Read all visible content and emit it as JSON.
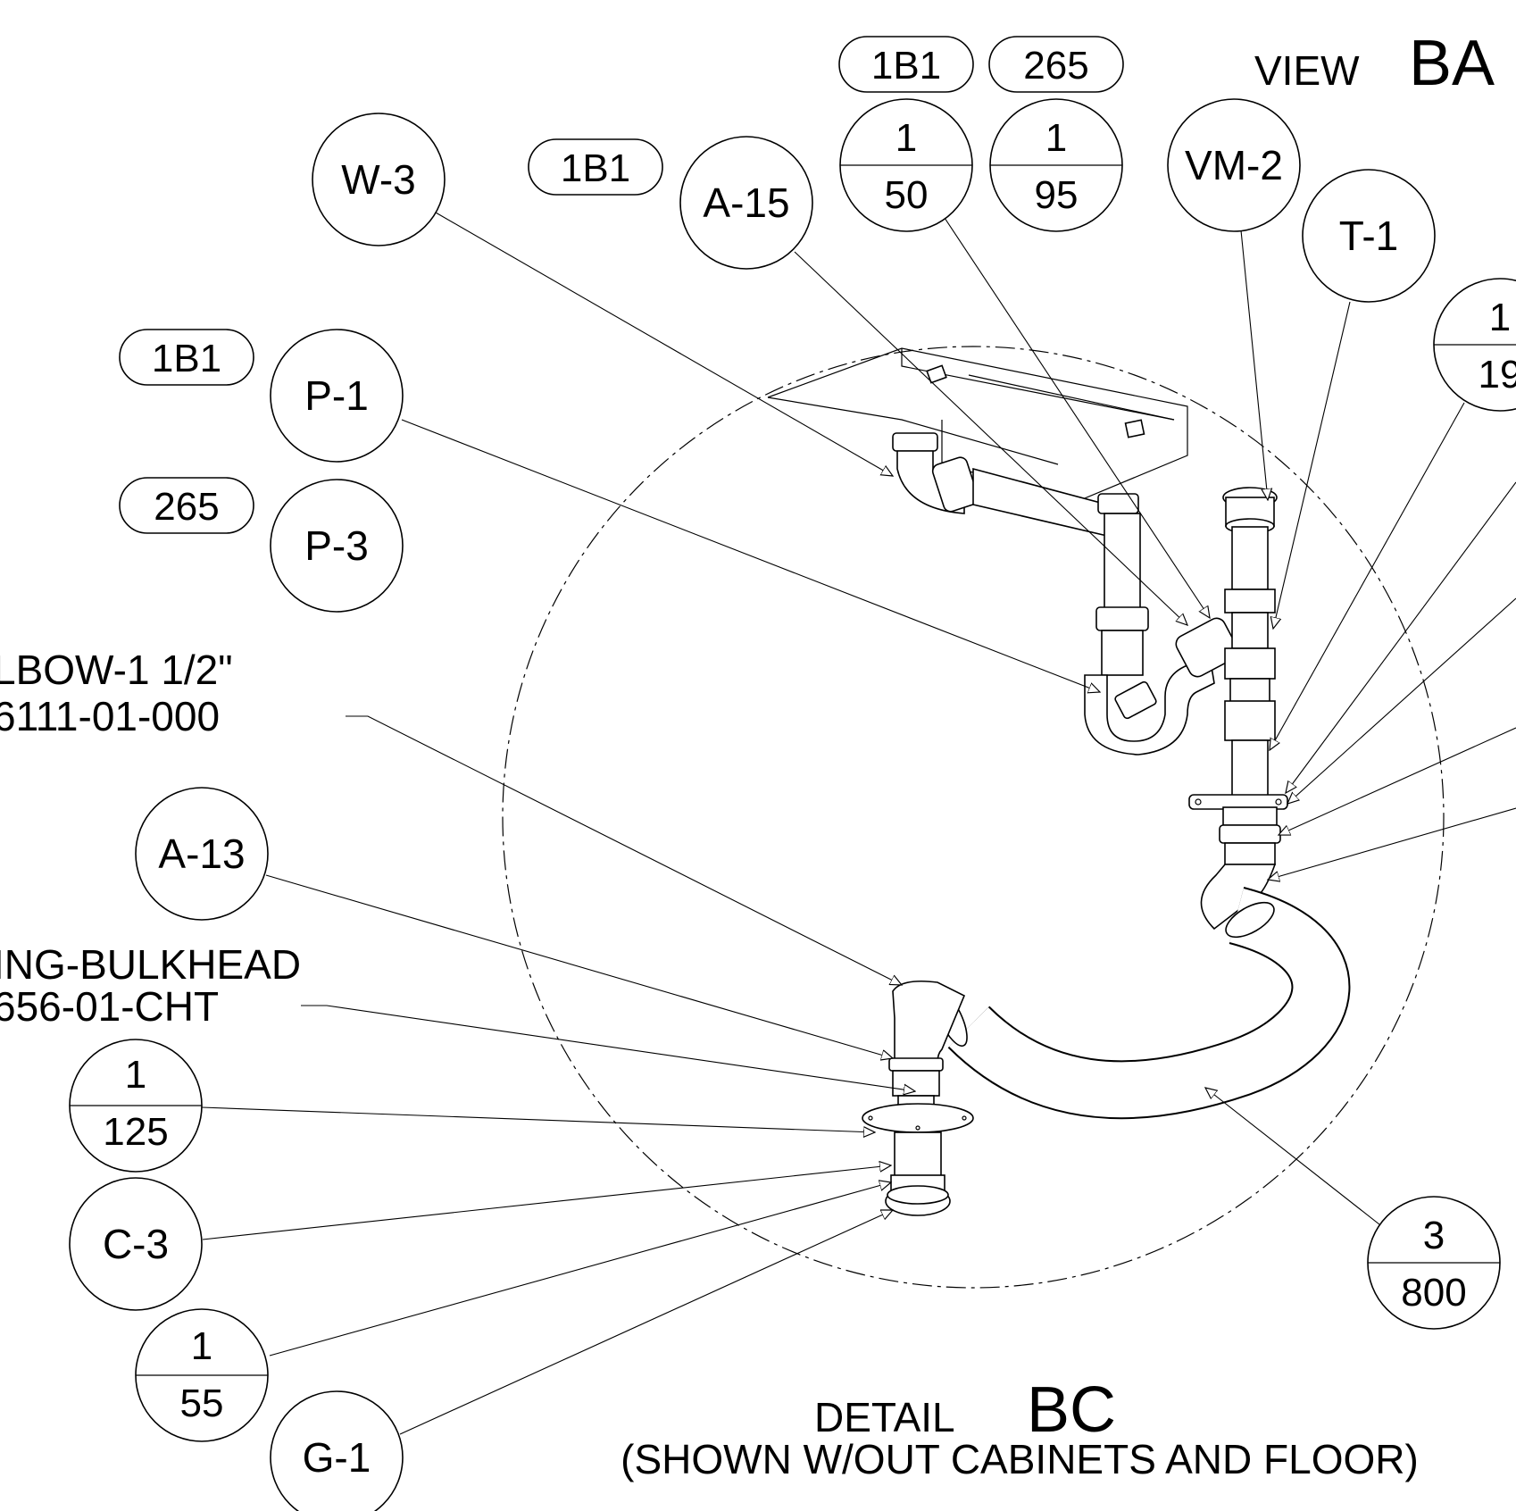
{
  "view_title": {
    "prefix": "VIEW",
    "letters": "BA"
  },
  "detail_title": {
    "prefix": "DETAIL",
    "letters": "BC",
    "note": "(SHOWN W/OUT CABINETS AND FLOOR)"
  },
  "part_labels": {
    "elbow_line1": "LBOW-1 1/2\"",
    "elbow_line2": "6111-01-000",
    "bulkhead_line1": "ING-BULKHEAD",
    "bulkhead_line2": "656-01-CHT"
  },
  "balloons": {
    "w3": "W-3",
    "a15": "A-15",
    "vm2": "VM-2",
    "t1": "T-1",
    "p1": "P-1",
    "p3": "P-3",
    "a13": "A-13",
    "c3": "C-3",
    "g1": "G-1"
  },
  "split_balloons": {
    "b1_50": {
      "top": "1",
      "bottom": "50"
    },
    "b1_95": {
      "top": "1",
      "bottom": "95"
    },
    "b1_19": {
      "top": "1",
      "bottom": "19"
    },
    "b1_125": {
      "top": "1",
      "bottom": "125"
    },
    "b1_55": {
      "top": "1",
      "bottom": "55"
    },
    "b3_800": {
      "top": "3",
      "bottom": "800"
    }
  },
  "tags": {
    "tag_1b1_top": "1B1",
    "tag_265_top": "265",
    "tag_1b1_mid": "1B1",
    "tag_1b1_left": "1B1",
    "tag_265_left": "265"
  }
}
